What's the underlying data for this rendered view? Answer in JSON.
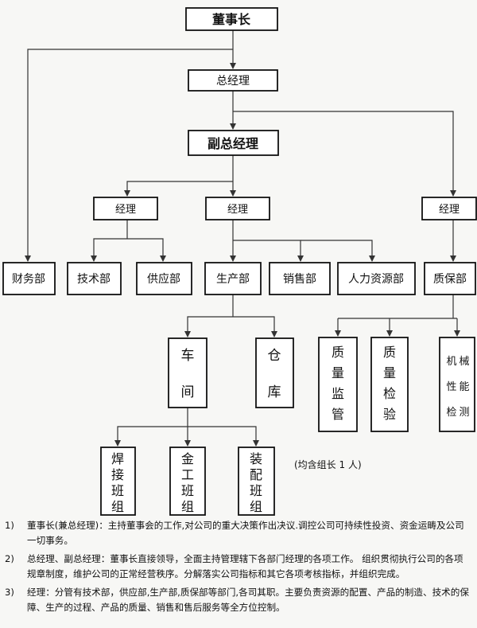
{
  "org_chart": {
    "nodes": {
      "chairman": "董事长",
      "gm": "总经理",
      "deputy_gm": "副总经理",
      "manager_left": "经理",
      "manager_mid": "经理",
      "manager_right": "经理",
      "finance": "财务部",
      "tech": "技术部",
      "supply": "供应部",
      "production": "生产部",
      "sales": "销售部",
      "hr": "人力资源部",
      "quality": "质保部",
      "workshop": [
        "车",
        "间"
      ],
      "warehouse": [
        "仓",
        "库"
      ],
      "qc_monitor": [
        "质",
        "量",
        "监",
        "管"
      ],
      "qc_inspect": [
        "质",
        "量",
        "检",
        "验"
      ],
      "mech_test": [
        "机",
        "械",
        "性",
        "能",
        "检",
        "测"
      ],
      "weld_team": [
        "焊",
        "接",
        "班",
        "组"
      ],
      "metal_team": [
        "金",
        "工",
        "班",
        "组"
      ],
      "assembly_team": [
        "装",
        "配",
        "班",
        "组"
      ]
    },
    "footnote": "(均含组长 1 人)"
  },
  "notes": [
    {
      "num": "1)",
      "text": "董事长(兼总经理)：主持董事会的工作,对公司的重大决策作出决议.调控公司可持续性投资、资金运畴及公司一切事务。"
    },
    {
      "num": "2)",
      "text": "总经理、副总经理：董事长直接领导，全面主持管理辖下各部门经理的各项工作。 组织贯彻执行公司的各项规章制度，维护公司的正常经营秩序。分解落实公司指标和其它各项考核指标，并组织完成。"
    },
    {
      "num": "3)",
      "text": "经理：分管有技术部，供应部,生产部,质保部等部门,各司其职。主要负责资源的配置、产品的制造、技术的保障、生产的过程、产品的质量、销售和售后服务等全方位控制。"
    }
  ]
}
